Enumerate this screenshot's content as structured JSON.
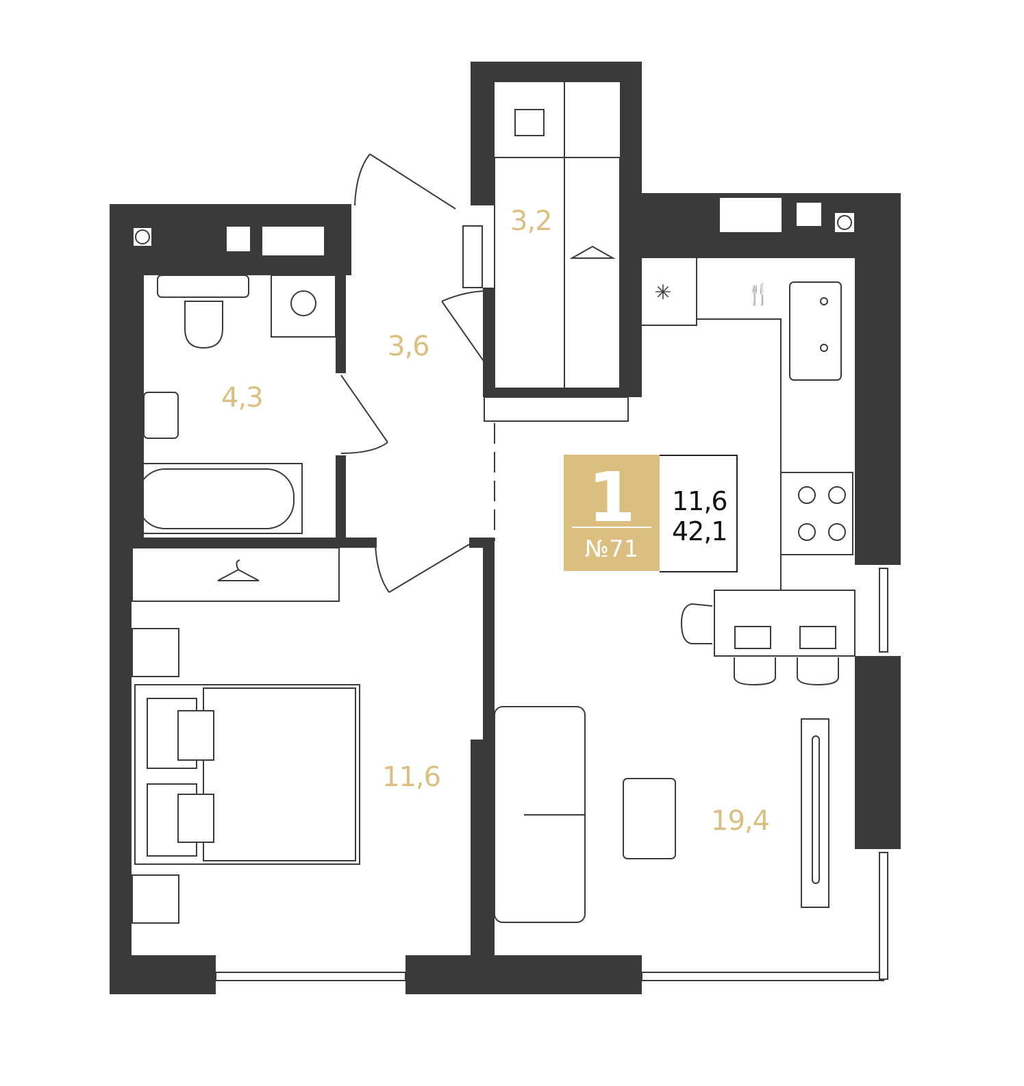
{
  "apartment": {
    "rooms_count": "1",
    "number": "№71",
    "living_area": "11,6",
    "total_area": "42,1"
  },
  "rooms": [
    {
      "name": "wardrobe",
      "area": "3,2"
    },
    {
      "name": "hallway",
      "area": "3,6"
    },
    {
      "name": "bathroom",
      "area": "4,3"
    },
    {
      "name": "bedroom",
      "area": "11,6"
    },
    {
      "name": "kitchen-living",
      "area": "19,4"
    }
  ],
  "colors": {
    "wall": "#3a3a38",
    "accent": "#dcbf80"
  }
}
